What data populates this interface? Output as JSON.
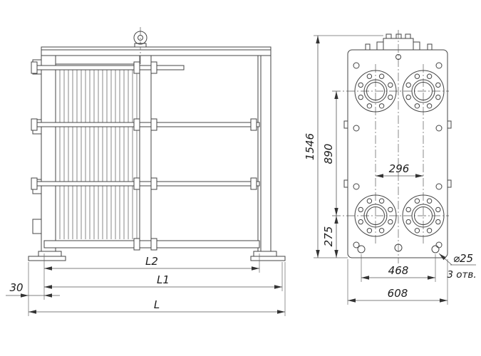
{
  "dims": {
    "L": "L",
    "L1": "L1",
    "L2": "L2",
    "offset30": "30",
    "h1546": "1546",
    "h890": "890",
    "h275": "275",
    "w296": "296",
    "w468": "468",
    "w608": "608",
    "holeDia": "⌀25",
    "holeCount": "3 отв."
  }
}
